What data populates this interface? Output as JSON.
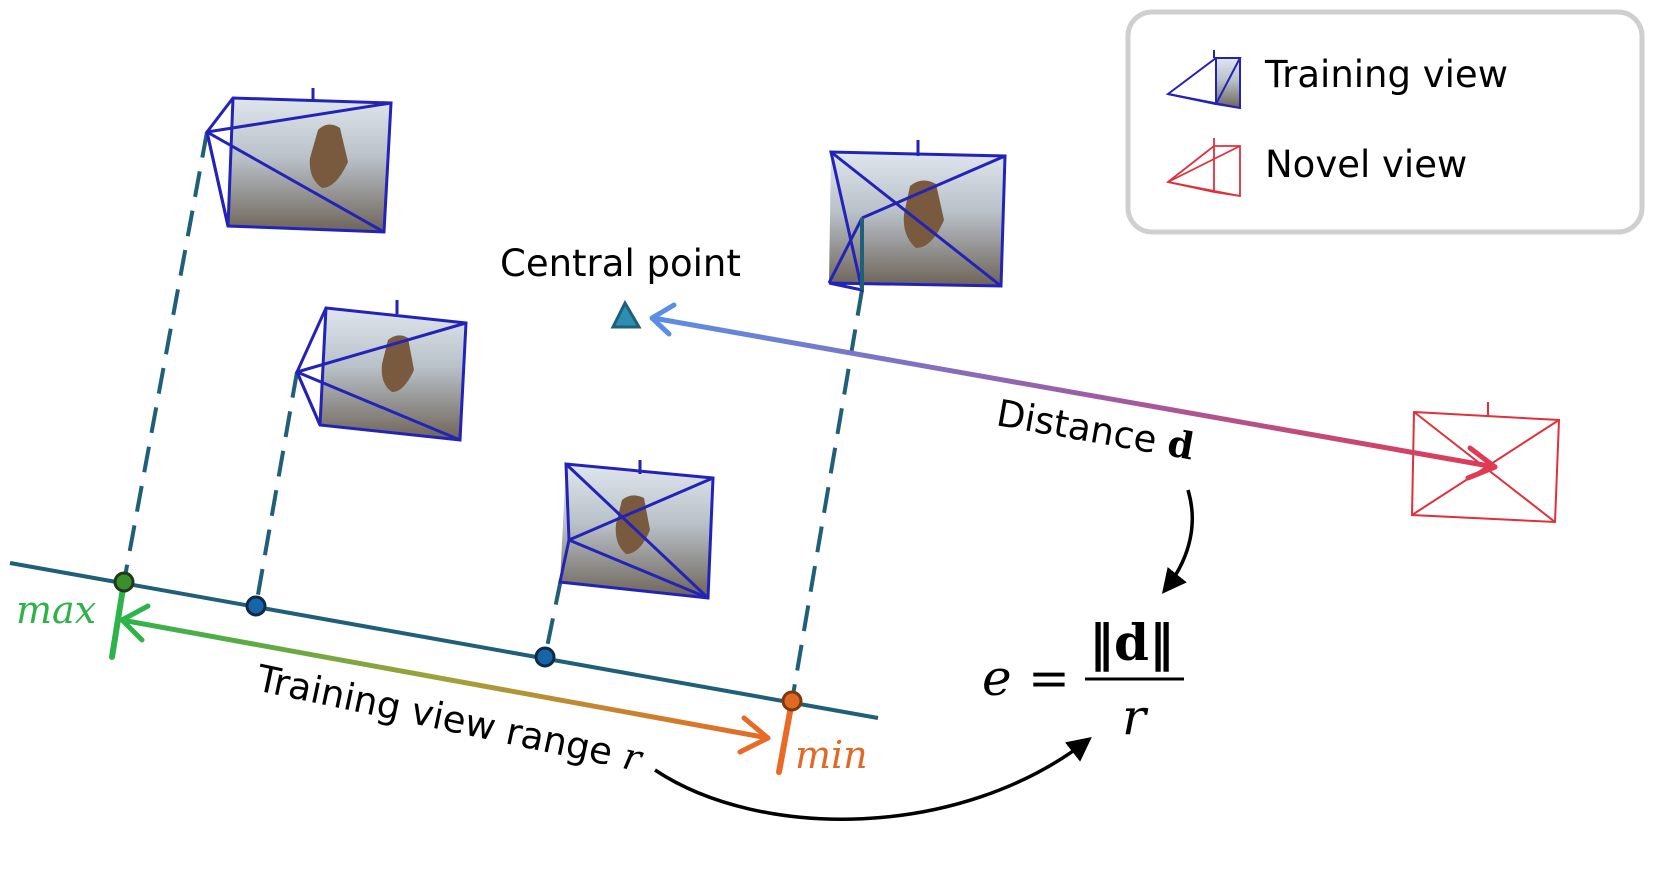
{
  "legend": {
    "training_label": "Training view",
    "novel_label": "Novel view",
    "training_icon": "camera-frustum-icon",
    "novel_icon": "camera-frustum-outline-icon"
  },
  "labels": {
    "central_point": "Central point",
    "distance_prefix": "Distance ",
    "distance_symbol": "d",
    "range_prefix": "Training view range ",
    "range_symbol": "r",
    "max": "max",
    "min": "min"
  },
  "formula": {
    "lhs": "e",
    "equals": "=",
    "numerator": "‖d‖",
    "denominator": "r"
  },
  "colors": {
    "training_camera": "#2323b8",
    "novel_camera": "#e0303c",
    "axis_line": "#1f5f7a",
    "projection_dash": "#1f5f7a",
    "max_marker": "#2eb34a",
    "min_marker": "#e06a25",
    "point_dot": "#1565a8",
    "central_triangle": "#2a8fb0",
    "legend_border": "#cfcfcf"
  }
}
